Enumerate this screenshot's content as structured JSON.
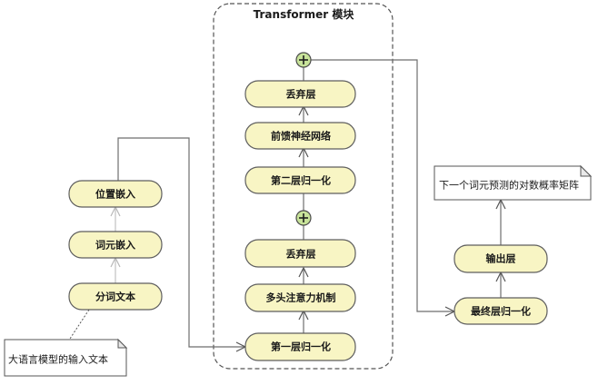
{
  "diagram": {
    "container": {
      "title": "Transformer 模块",
      "style": "dashed-rounded"
    },
    "nodes": {
      "tokenized_text": "分词文本",
      "token_embedding": "词元嵌入",
      "positional_embedding": "位置嵌入",
      "layer_norm_1": "第一层归一化",
      "multi_head_attention": "多头注意力机制",
      "dropout_1": "丢弃层",
      "layer_norm_2": "第二层归一化",
      "feed_forward": "前馈神经网络",
      "dropout_2": "丢弃层",
      "final_layer_norm": "最终层归一化",
      "output_layer": "输出层"
    },
    "add_nodes": [
      "residual-add-1",
      "residual-add-2"
    ],
    "add_symbol": "+",
    "notes": {
      "input_note": "大语言模型的输入文本",
      "output_note": "下一个词元预测的对数概率矩阵"
    },
    "edges": [
      {
        "from": "tokenized_text",
        "to": "token_embedding"
      },
      {
        "from": "token_embedding",
        "to": "positional_embedding"
      },
      {
        "from": "positional_embedding",
        "to": "layer_norm_1"
      },
      {
        "from": "layer_norm_1",
        "to": "multi_head_attention"
      },
      {
        "from": "multi_head_attention",
        "to": "dropout_1"
      },
      {
        "from": "dropout_1",
        "to": "residual-add-1"
      },
      {
        "from": "residual-add-1",
        "to": "layer_norm_2"
      },
      {
        "from": "layer_norm_2",
        "to": "feed_forward"
      },
      {
        "from": "feed_forward",
        "to": "dropout_2"
      },
      {
        "from": "dropout_2",
        "to": "residual-add-2"
      },
      {
        "from": "residual-add-2",
        "to": "final_layer_norm"
      },
      {
        "from": "final_layer_norm",
        "to": "output_layer"
      },
      {
        "from": "output_layer",
        "to": "output_note"
      }
    ],
    "colors": {
      "node_fill": "#f8f5c4",
      "node_border": "#5e5e5e",
      "add_fill": "#c8e39a",
      "edge": "#6e6e6e",
      "edge_light": "#c0c0c0"
    }
  }
}
